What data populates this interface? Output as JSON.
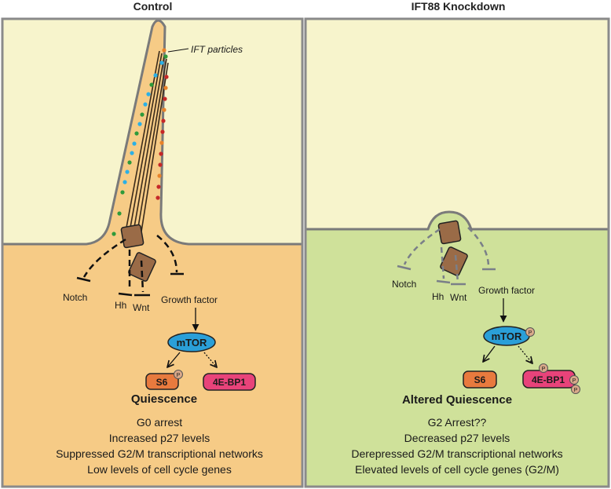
{
  "panels": {
    "left": {
      "heading": "Control",
      "ift_label": "IFT particles",
      "pathways": {
        "notch": "Notch",
        "hh": "Hh",
        "wnt": "Wnt",
        "growth_factor": "Growth factor"
      },
      "mtor": "mTOR",
      "s6": "S6",
      "bp1": "4E-BP1",
      "phospho": "P",
      "state": "Quiescence",
      "lines": [
        "G0 arrest",
        "Increased p27 levels",
        "Suppressed G2/M transcriptional networks",
        "Low levels of cell cycle genes"
      ]
    },
    "right": {
      "heading": "IFT88 Knockdown",
      "pathways": {
        "notch": "Notch",
        "hh": "Hh",
        "wnt": "Wnt",
        "growth_factor": "Growth factor"
      },
      "mtor": "mTOR",
      "s6": "S6",
      "bp1": "4E-BP1",
      "phospho": "P",
      "state": "Altered Quiescence",
      "lines": [
        "G2 Arrest??",
        "Decreased p27 levels",
        "Derepressed G2/M transcriptional networks",
        "Elevated levels of cell cycle genes (G2/M)"
      ]
    }
  },
  "colors": {
    "background": "#f7f4cc",
    "cell_control": "#f6cb86",
    "cell_knockdown": "#cfe19a",
    "border": "#7a7a7a",
    "mtor": "#2a9fd8",
    "s6": "#e87a3e",
    "bp1": "#e8437a",
    "basal_body": "#9a6b47",
    "phospho": "#d9a98a",
    "particles": [
      "#e8832a",
      "#2bb0e6",
      "#2e9a3a",
      "#c62828"
    ]
  }
}
